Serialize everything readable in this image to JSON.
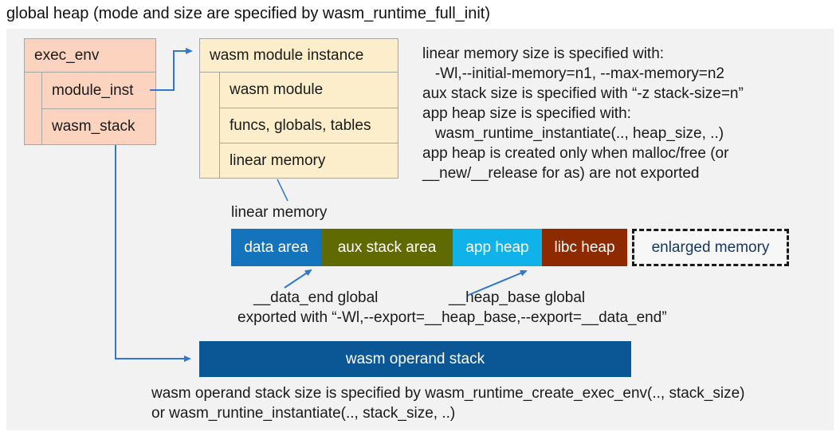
{
  "title": "global heap (mode and size are specified by wasm_runtime_full_init)",
  "exec_env": {
    "header": "exec_env",
    "rows": [
      "module_inst",
      "wasm_stack"
    ]
  },
  "module_instance": {
    "header": "wasm module instance",
    "rows": [
      "wasm module",
      "funcs, globals, tables",
      "linear memory"
    ]
  },
  "notes_right": {
    "lines": [
      "linear memory size is specified with:",
      "   -Wl,--initial-memory=n1, --max-memory=n2",
      "aux stack size is specified with “-z stack-size=n”",
      "app heap size is specified with:",
      "   wasm_runtime_instantiate(.., heap_size, ..)",
      "app heap is created only when malloc/free (or",
      "__new/__release for as) are not exported"
    ]
  },
  "linear_memory": {
    "label": "linear memory",
    "segments": [
      {
        "label": "data area",
        "color": "#1473ba"
      },
      {
        "label": "aux stack area",
        "color": "#5f6b00"
      },
      {
        "label": "app heap",
        "color": "#10b2ea"
      },
      {
        "label": "libc heap",
        "color": "#8e2a00"
      }
    ],
    "enlarged": {
      "label": "enlarged memory",
      "text_color": "#17375e"
    }
  },
  "annotations": {
    "data_end_label": "__data_end global",
    "heap_base_label": "__heap_base global",
    "exported_line": "exported with “-Wl,--export=__heap_base,--export=__data_end”"
  },
  "operand_stack": {
    "label": "wasm operand stack",
    "color": "#0b5796",
    "note_lines": [
      "wasm operand stack size is specified by wasm_runtime_create_exec_env(.., stack_size)",
      "or wasm_runtine_instantiate(.., stack_size, ..)"
    ]
  },
  "colors": {
    "panel_bg": "#f2f2f2",
    "exec_env_fill": "#fbd3be",
    "module_instance_fill": "#fceeca",
    "box_border": "#a6a6a6",
    "connector_blue": "#2e77d4",
    "enlarged_border": "#1a1a1a"
  }
}
